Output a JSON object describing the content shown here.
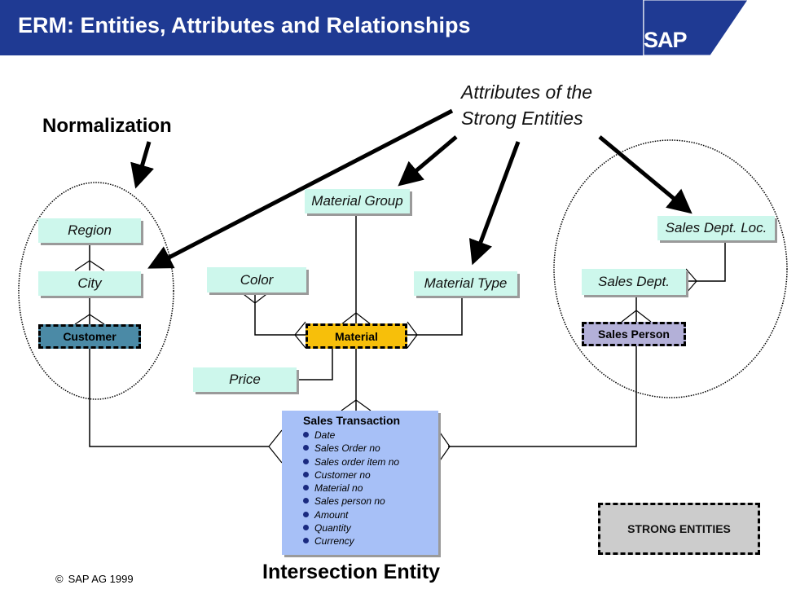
{
  "header": {
    "title": "ERM: Entities, Attributes and Relationships",
    "logo_text": "SAP",
    "bar_color": "#1f3a93"
  },
  "labels": {
    "normalization": "Normalization",
    "attributes_callout_line1": "Attributes of the",
    "attributes_callout_line2": "Strong Entities",
    "intersection_entity": "Intersection Entity",
    "legend": "STRONG ENTITIES",
    "copyright_symbol": "©",
    "copyright": "SAP AG 1999"
  },
  "attributes": {
    "region": "Region",
    "city": "City",
    "color": "Color",
    "price": "Price",
    "material_group": "Material Group",
    "material_type": "Material Type",
    "sales_dept": "Sales Dept.",
    "sales_dept_loc": "Sales Dept. Loc."
  },
  "entities": {
    "customer": "Customer",
    "material": "Material",
    "sales_person": "Sales Person"
  },
  "sales_transaction": {
    "title": "Sales Transaction",
    "fields": [
      "Date",
      "Sales Order no",
      "Sales order item no",
      "Customer no",
      "Material no",
      "Sales person no",
      "Amount",
      "Quantity",
      "Currency"
    ]
  },
  "colors": {
    "attribute_fill": "#cdf7ec",
    "customer_fill": "#4b8aa6",
    "material_fill": "#f7bf0a",
    "sales_person_fill": "#b3b0d8",
    "sales_transaction_fill": "#a7c0f7",
    "legend_fill": "#cccccc"
  }
}
